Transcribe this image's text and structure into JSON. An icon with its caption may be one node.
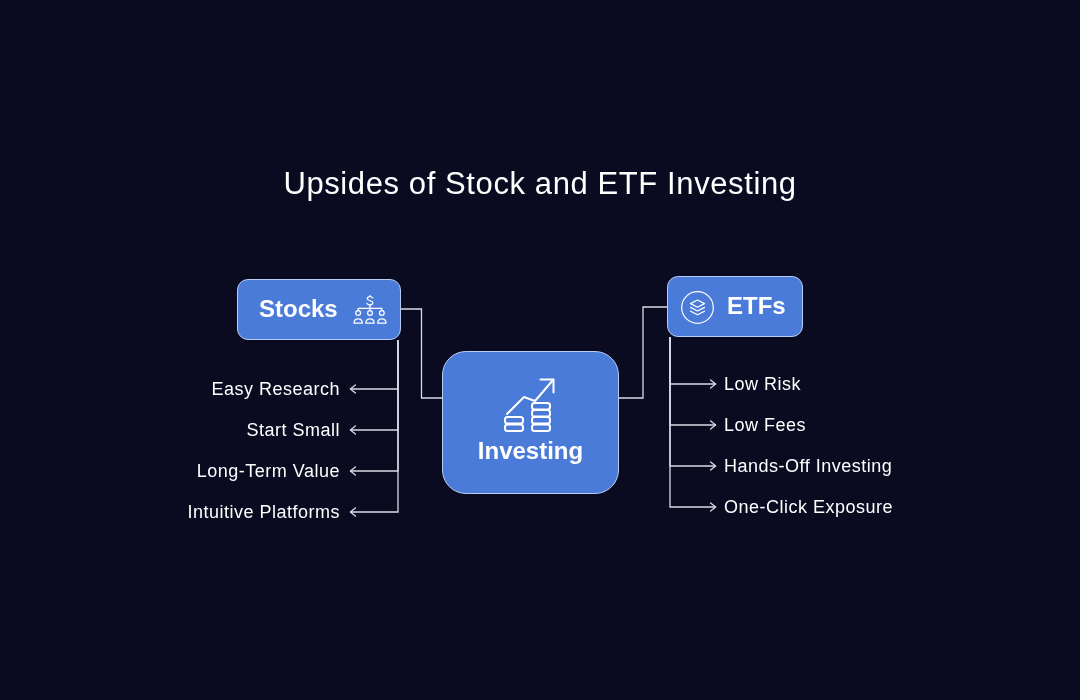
{
  "diagram": {
    "title": "Upsides of Stock and ETF Investing",
    "nodes": [
      {
        "text": [
          "Stocks"
        ]
      },
      {
        "text": [
          "Investing"
        ]
      },
      {
        "text": [
          "ETFs"
        ]
      },
      {
        "text": [
          "Easy Research"
        ]
      },
      {
        "text": [
          "Start Small"
        ]
      },
      {
        "text": [
          "Long-Term Value"
        ]
      },
      {
        "text": [
          "Intuitive Platforms"
        ]
      },
      {
        "text": [
          "Low Risk"
        ]
      },
      {
        "text": [
          "Low Fees"
        ]
      },
      {
        "text": [
          "Hands-Off Investing"
        ]
      },
      {
        "text": [
          "One-Click Exposure"
        ]
      }
    ],
    "edges": [
      {
        "from": 1,
        "to": 0,
        "arrow": "none"
      },
      {
        "from": 1,
        "to": 2,
        "arrow": "none"
      },
      {
        "from": 0,
        "to": 3,
        "arrow": "to"
      },
      {
        "from": 0,
        "to": 4,
        "arrow": "to"
      },
      {
        "from": 0,
        "to": 5,
        "arrow": "to"
      },
      {
        "from": 0,
        "to": 6,
        "arrow": "to"
      },
      {
        "from": 2,
        "to": 7,
        "arrow": "to"
      },
      {
        "from": 2,
        "to": 8,
        "arrow": "to"
      },
      {
        "from": 2,
        "to": 9,
        "arrow": "to"
      },
      {
        "from": 2,
        "to": 10,
        "arrow": "to"
      }
    ]
  }
}
